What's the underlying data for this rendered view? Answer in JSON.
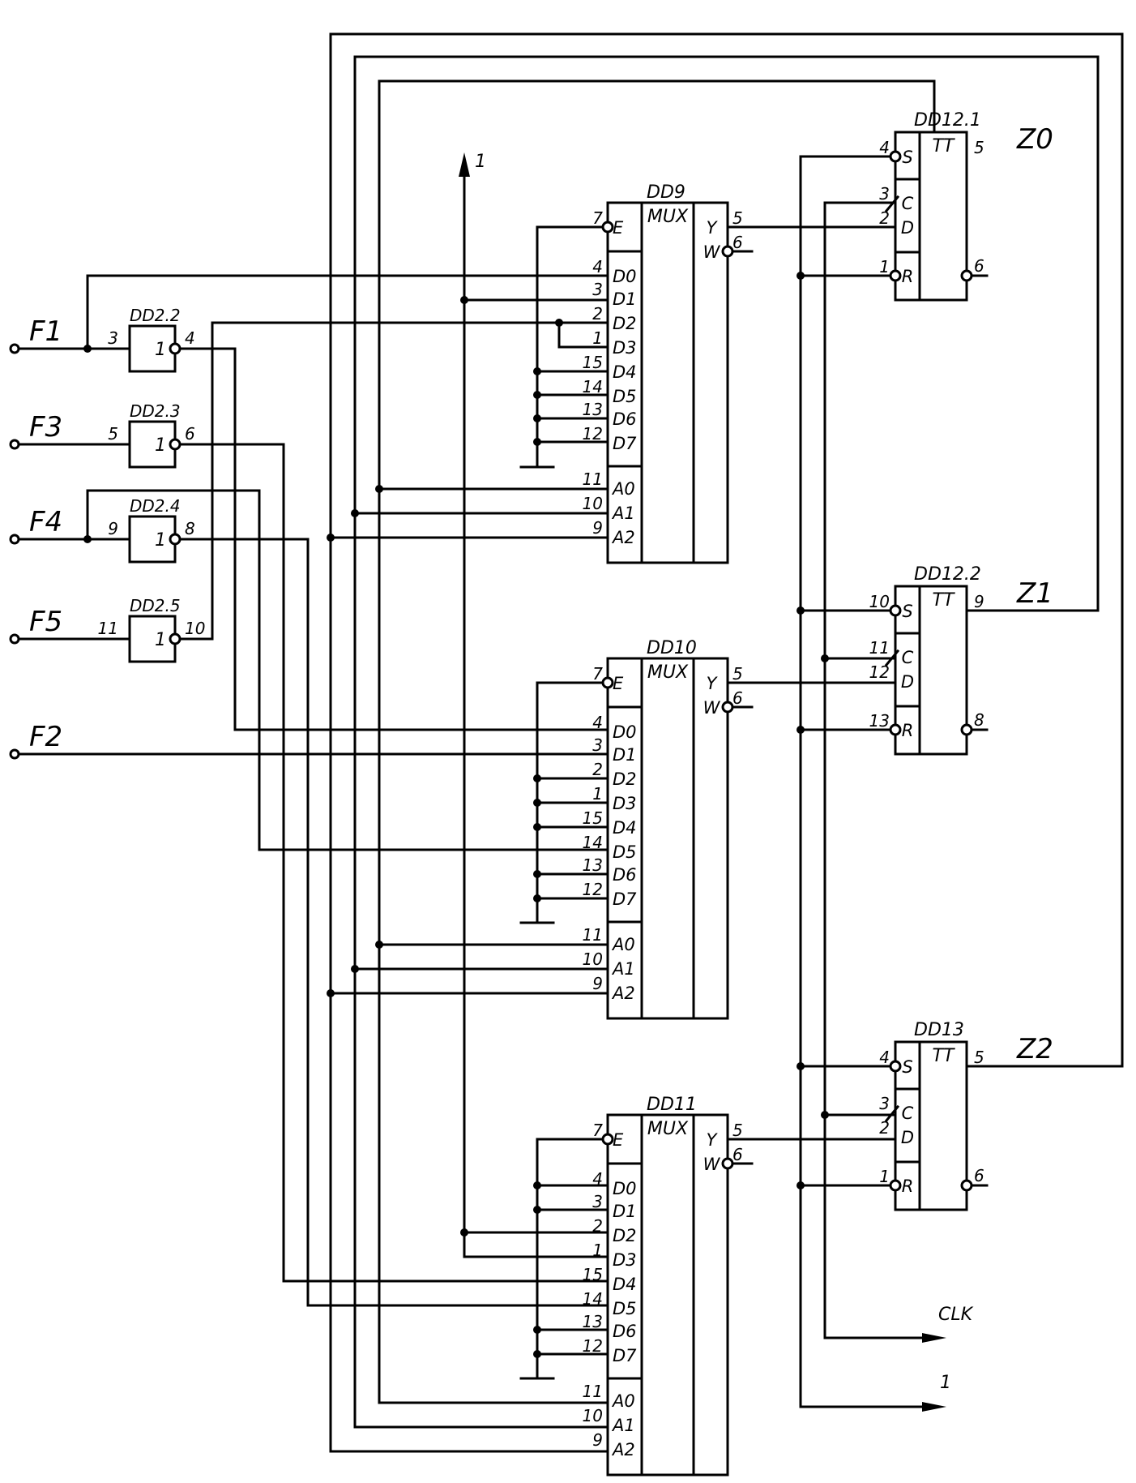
{
  "inputs": {
    "F1": "F1",
    "F2": "F2",
    "F3": "F3",
    "F4": "F4",
    "F5": "F5"
  },
  "outputs": {
    "Z0": "Z0",
    "Z1": "Z1",
    "Z2": "Z2"
  },
  "signals": {
    "clk": "CLK",
    "one": "1"
  },
  "inverters": [
    {
      "ref": "DD2.2",
      "sym": "1",
      "pin_in": "3",
      "pin_out": "4"
    },
    {
      "ref": "DD2.3",
      "sym": "1",
      "pin_in": "5",
      "pin_out": "6"
    },
    {
      "ref": "DD2.4",
      "sym": "1",
      "pin_in": "9",
      "pin_out": "8"
    },
    {
      "ref": "DD2.5",
      "sym": "1",
      "pin_in": "11",
      "pin_out": "10"
    }
  ],
  "mux_common": {
    "func": "MUX",
    "labels": [
      "E",
      "D0",
      "D1",
      "D2",
      "D3",
      "D4",
      "D5",
      "D6",
      "D7",
      "A0",
      "A1",
      "A2",
      "Y",
      "W"
    ],
    "pins": [
      "7",
      "4",
      "3",
      "2",
      "1",
      "15",
      "14",
      "13",
      "12",
      "11",
      "10",
      "9",
      "5",
      "6"
    ]
  },
  "muxes": [
    {
      "ref": "DD9"
    },
    {
      "ref": "DD10"
    },
    {
      "ref": "DD11"
    }
  ],
  "flipflop_common": {
    "func": "TT",
    "labels": [
      "S",
      "C",
      "D",
      "R"
    ]
  },
  "flipflops": [
    {
      "ref": "DD12.1",
      "pins": [
        "4",
        "3",
        "2",
        "1",
        "5",
        "6"
      ]
    },
    {
      "ref": "DD12.2",
      "pins": [
        "10",
        "11",
        "12",
        "13",
        "9",
        "8"
      ]
    },
    {
      "ref": "DD13",
      "pins": [
        "4",
        "3",
        "2",
        "1",
        "5",
        "6"
      ]
    }
  ]
}
